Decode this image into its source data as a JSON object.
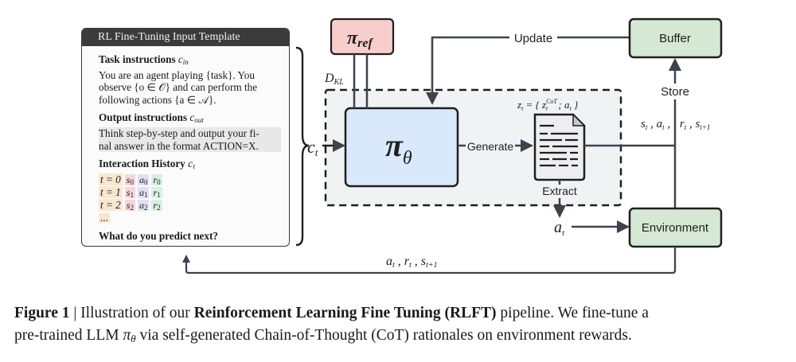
{
  "template": {
    "title": "RL Fine-Tuning Input Template",
    "task": {
      "heading": "Task instructions",
      "symbol": "c",
      "symbol_sub": "in",
      "lines": [
        "You are an agent playing {task}. You",
        "observe {o ∈ 𝒪} and can perform the",
        "following actions {a ∈ 𝒜}."
      ]
    },
    "output": {
      "heading": "Output instructions",
      "symbol": "c",
      "symbol_sub": "out",
      "lines": [
        "Think step-by-step and output your fi-",
        "nal answer in the format ACTION=X."
      ]
    },
    "history": {
      "heading": "Interaction History",
      "symbol": "c",
      "symbol_sub": "τ",
      "rows": [
        {
          "t": "t = 0",
          "s": "s",
          "a": "a",
          "r": "r",
          "idx": "0"
        },
        {
          "t": "t = 1",
          "s": "s",
          "a": "a",
          "r": "r",
          "idx": "1"
        },
        {
          "t": "t = 2",
          "s": "s",
          "a": "a",
          "r": "r",
          "idx": "2"
        }
      ],
      "ellipsis": "..."
    },
    "question": "What do you predict next?",
    "colors": {
      "t": "#f8e6cf",
      "s": "#f6d5da",
      "a": "#e0e0f4",
      "r": "#d7f0e1"
    }
  },
  "nodes": {
    "policy": {
      "symbol": "π",
      "sub": "θ",
      "fill": "#dae8fc"
    },
    "ref_policy": {
      "symbol": "π",
      "sub": "ref",
      "fill": "#f8cecc"
    },
    "buffer": {
      "label": "Buffer",
      "fill": "#d5e8d4"
    },
    "environment": {
      "label": "Environment",
      "fill": "#d5e8d4"
    },
    "document": {
      "label": "z_t = { z_t^CoT ; a_t }"
    }
  },
  "labels": {
    "context": "c",
    "context_sub": "t",
    "kl": "D",
    "kl_sub": "KL",
    "update": "Update",
    "generate": "Generate",
    "extract": "Extract",
    "store": "Store",
    "action": "a",
    "action_sub": "t",
    "transition": "s_t , a_t , r_t , s_t+1",
    "feedback": "a_t , r_t , s_t+1"
  },
  "caption": {
    "figure": "Figure 1",
    "sep": " | ",
    "part1": "Illustration of our ",
    "bold": "Reinforcement Learning Fine Tuning (RLFT)",
    "part2": " pipeline. We fine-tune a",
    "line2_a": "pre-trained LLM ",
    "pi": "π",
    "theta": "θ",
    "line2_b": " via self-generated Chain-of-Thought (CoT) rationales on environment rewards."
  },
  "colors": {
    "stroke": "#1f1f1f",
    "arrow": "#3d434d",
    "dashed_fill": "#f1f2f4",
    "doc_fill": "#eeeef0"
  }
}
